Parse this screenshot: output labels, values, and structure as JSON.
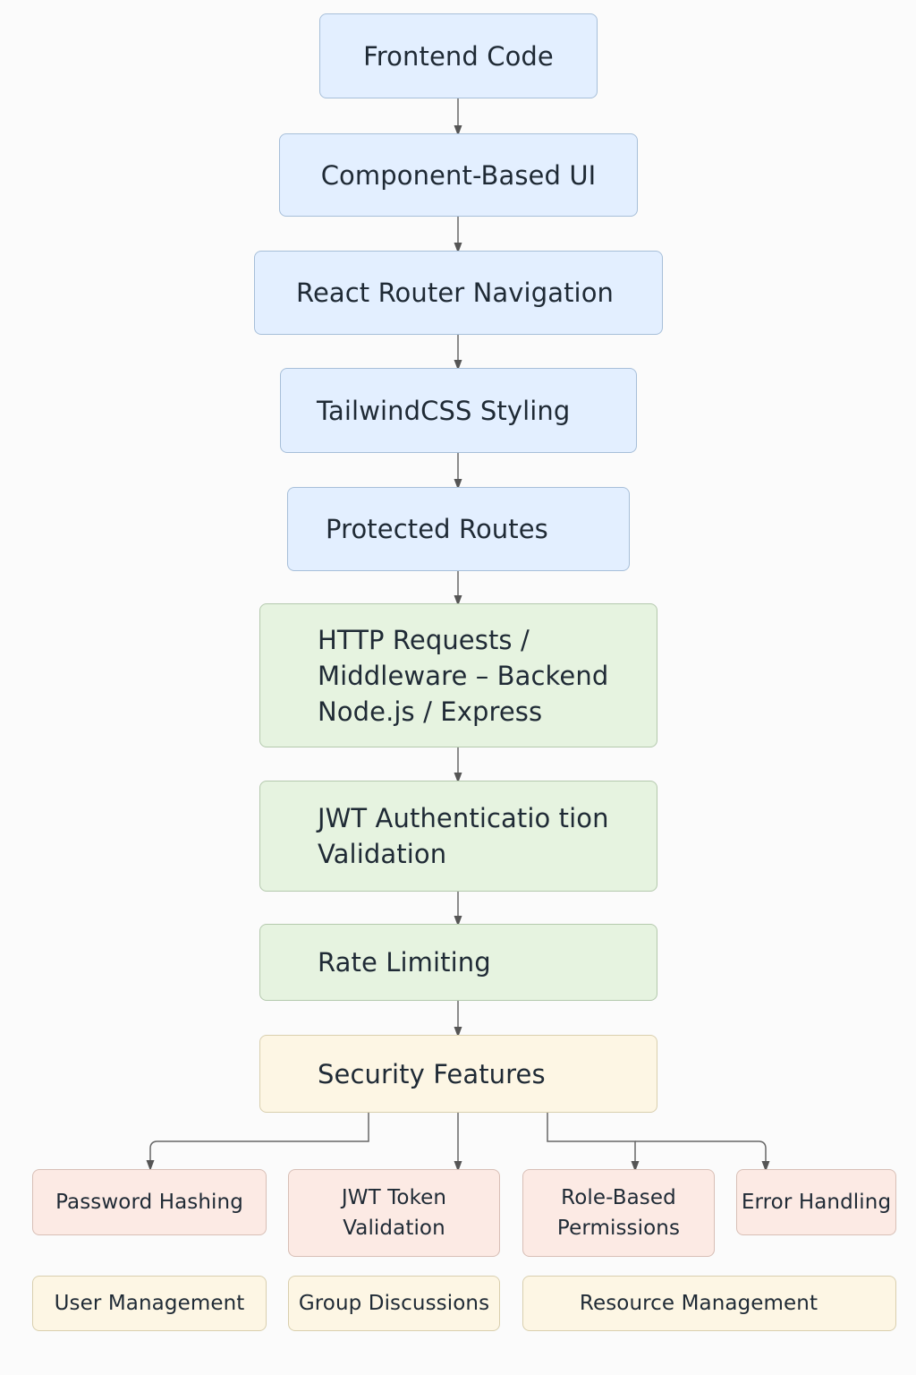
{
  "nodes": {
    "frontend_code": "Frontend Code",
    "component_ui": "Component-Based UI",
    "react_router": "React Router Navigation",
    "tailwind": "TailwindCSS Styling",
    "protected_routes": "Protected Routes",
    "http_requests": "HTTP Requests / Middleware – Backend Node.js / Express",
    "jwt_auth": "JWT Authenticatio tion Validation",
    "rate_limiting": "Rate Limiting",
    "security_features": "Security Features",
    "password_hashing": "Password Hashing",
    "jwt_token_validation": "JWT Token Validation",
    "role_permissions": "Role-Based Permissions",
    "error_handling": "Error Handling",
    "user_management": "User Management",
    "group_discussions": "Group Discussions",
    "resource_management": "Resource Management"
  },
  "colors": {
    "frontend": "#e3efff",
    "backend": "#e6f3e0",
    "security": "#fdf6e4",
    "security_item": "#fceae4",
    "edge": "#555555"
  }
}
